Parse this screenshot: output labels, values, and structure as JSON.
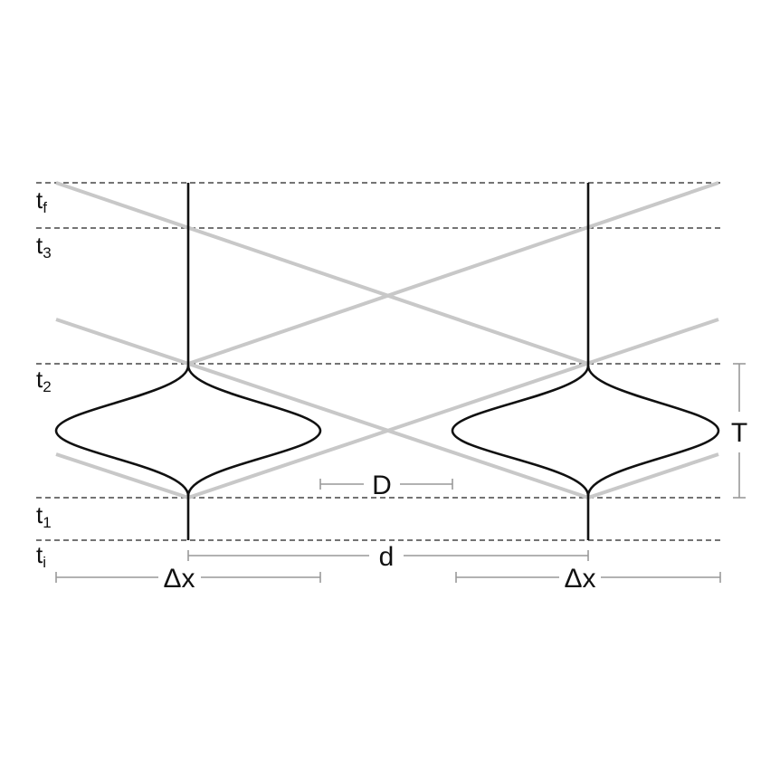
{
  "time_labels": {
    "tf": {
      "base": "t",
      "sub": "f"
    },
    "t3": {
      "base": "t",
      "sub": "3"
    },
    "t2": {
      "base": "t",
      "sub": "2"
    },
    "t1": {
      "base": "t",
      "sub": "1"
    },
    "ti": {
      "base": "t",
      "sub": "i"
    }
  },
  "dimensions": {
    "T": "T",
    "D": "D",
    "d": "d",
    "delta_x_left": "Δx",
    "delta_x_right": "Δx"
  },
  "colors": {
    "worldline": "#111111",
    "light_ray": "#c8c8c8",
    "time_line": "#222222",
    "dimension": "#999999"
  }
}
